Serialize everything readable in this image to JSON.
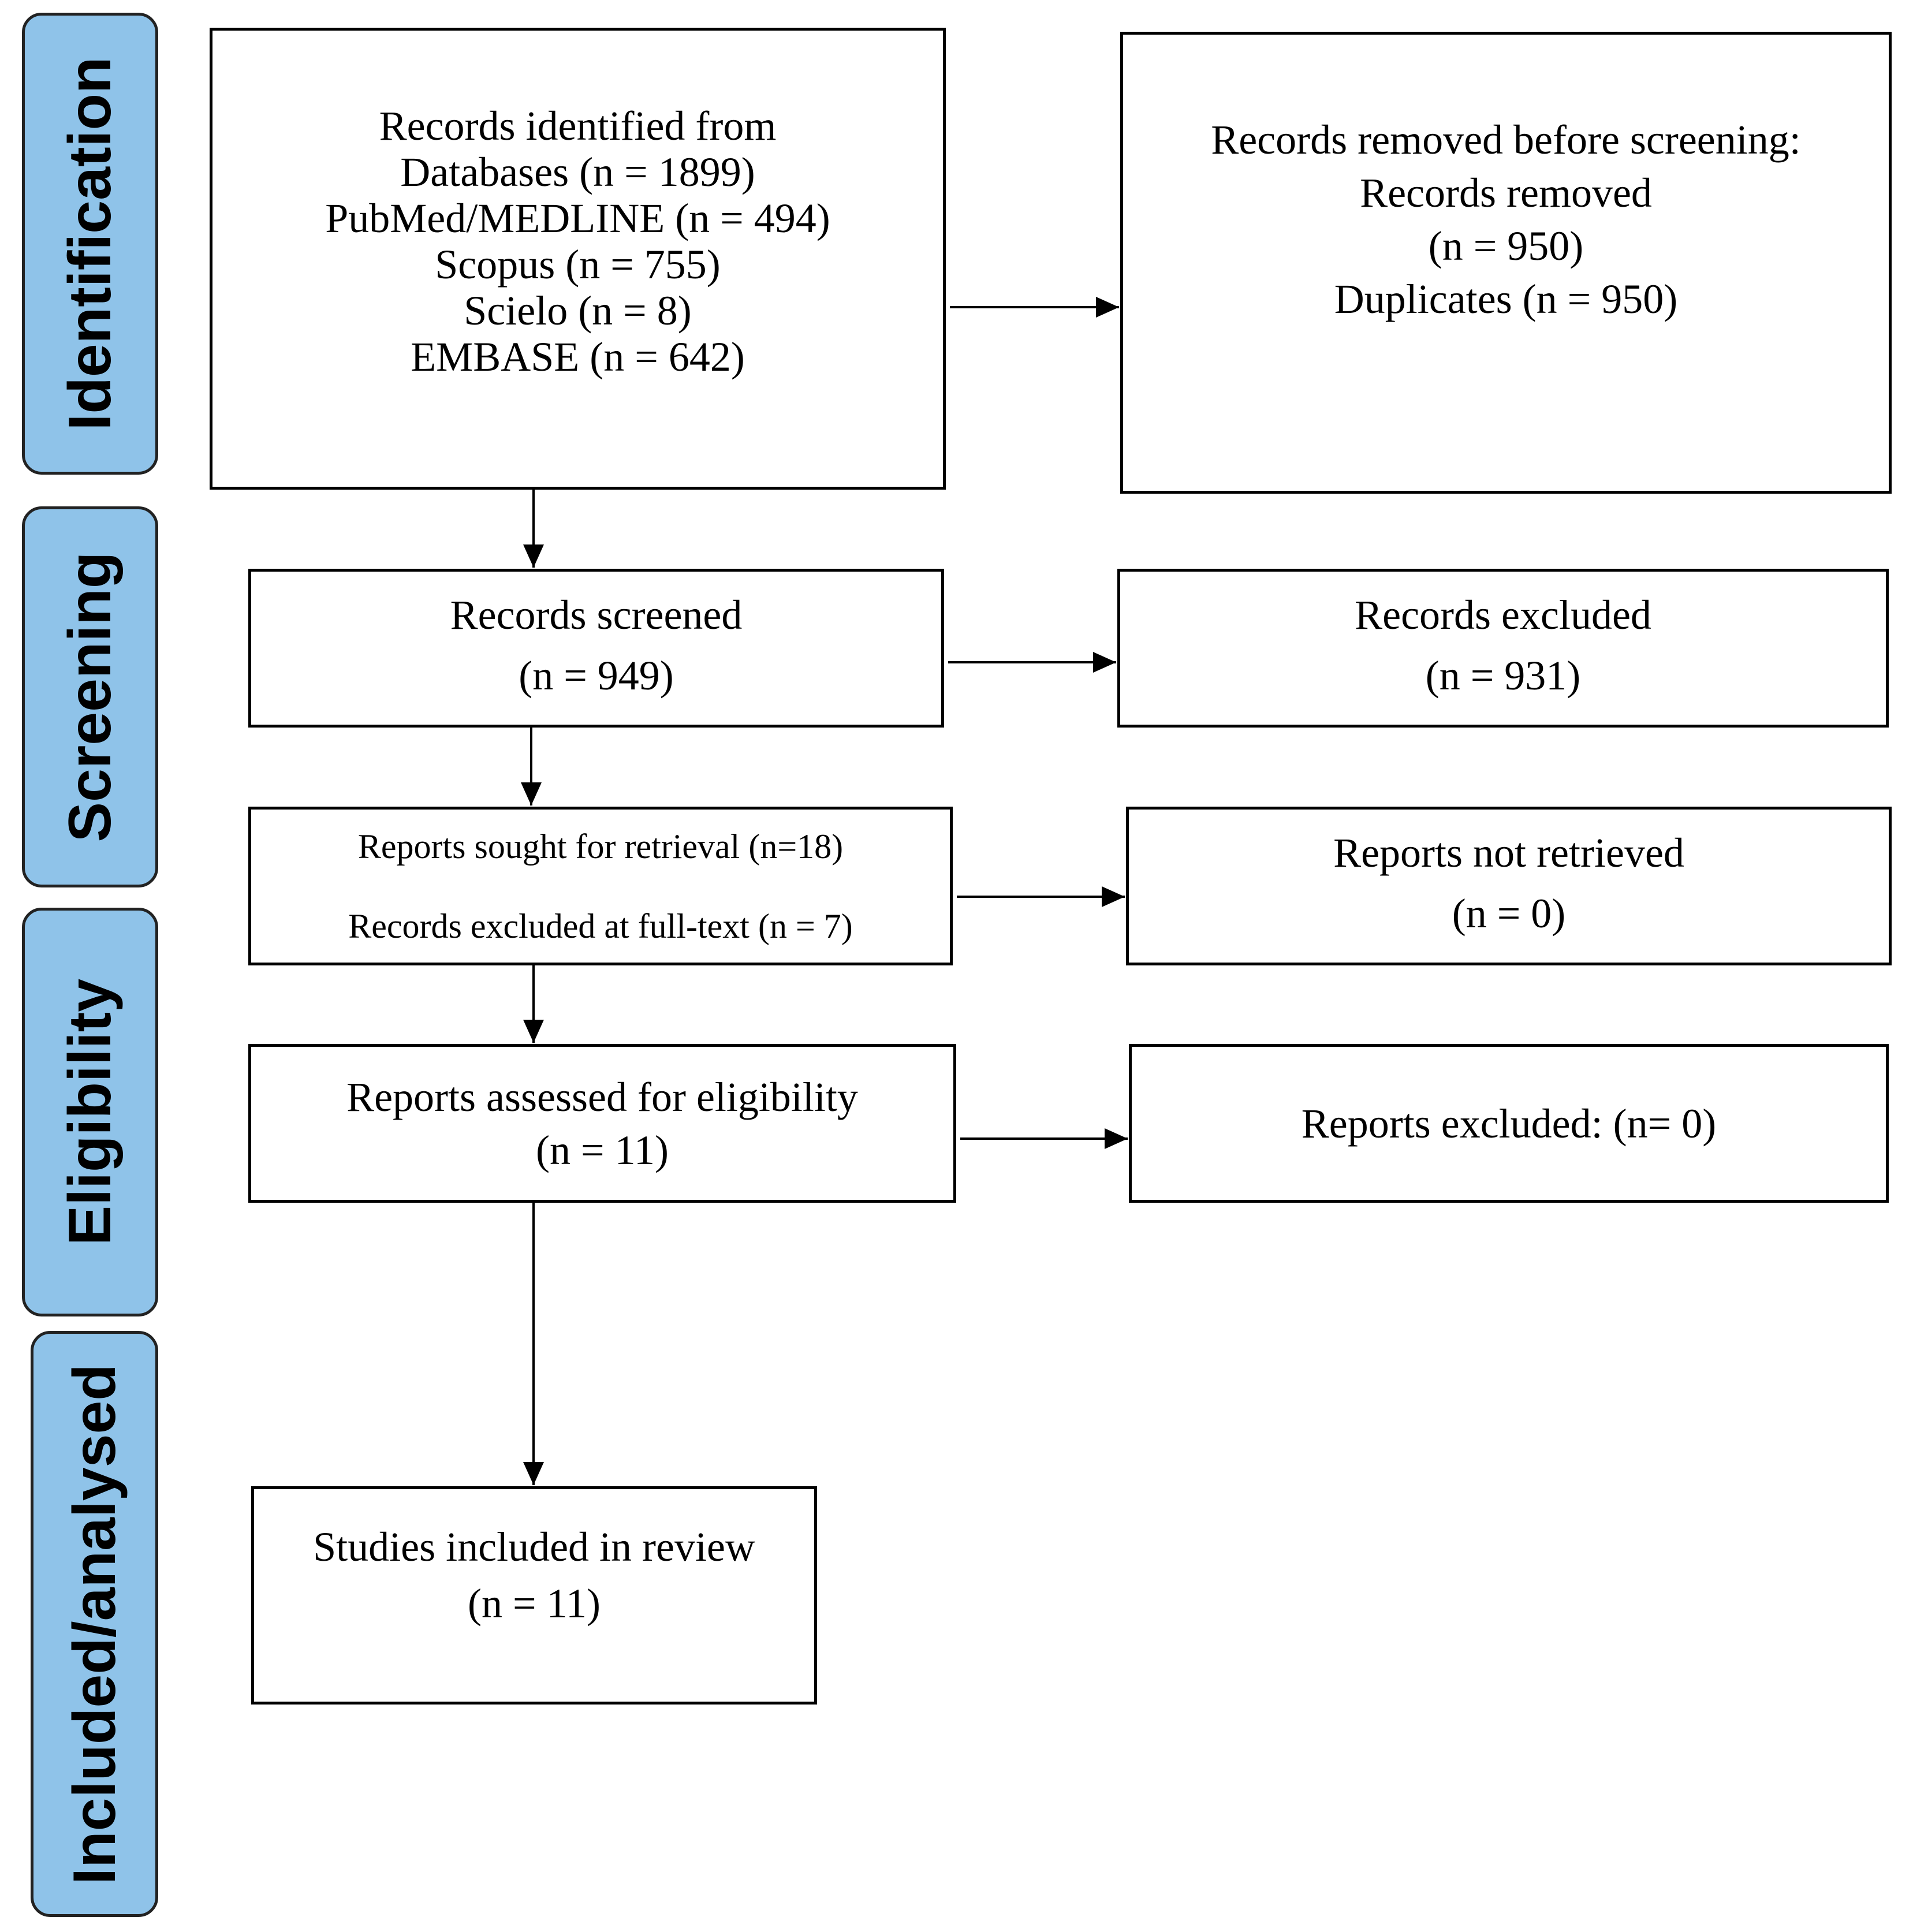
{
  "phases": {
    "identification": "Identification",
    "screening": "Screening",
    "eligibility": "Eligibility",
    "included": "Included/analysed"
  },
  "boxes": {
    "identified": {
      "lines": [
        "Records identified from",
        "Databases (n = 1899)",
        "PubMed/MEDLINE (n = 494)",
        "Scopus (n = 755)",
        "Scielo (n = 8)",
        "EMBASE (n = 642)"
      ]
    },
    "removed": {
      "lines": [
        "Records removed before screening:",
        "Records removed",
        "(n = 950)",
        "Duplicates (n = 950)"
      ]
    },
    "screened": {
      "lines": [
        "Records screened",
        "(n = 949)"
      ]
    },
    "excluded": {
      "lines": [
        "Records excluded",
        "(n = 931)"
      ]
    },
    "sought": {
      "lines": [
        "Reports sought for retrieval (n=18)",
        "Records excluded at full-text (n = 7)"
      ]
    },
    "not_retrieved": {
      "lines": [
        "Reports not retrieved",
        "(n = 0)"
      ]
    },
    "assessed": {
      "lines": [
        "Reports assessed for eligibility",
        "(n = 11)"
      ]
    },
    "reports_excluded": {
      "lines": [
        "Reports excluded: (n= 0)"
      ]
    },
    "included": {
      "lines": [
        "Studies included in review",
        "(n = 11)"
      ]
    }
  },
  "colors": {
    "phase_fill": "#8fc3e9",
    "line": "#000000"
  }
}
